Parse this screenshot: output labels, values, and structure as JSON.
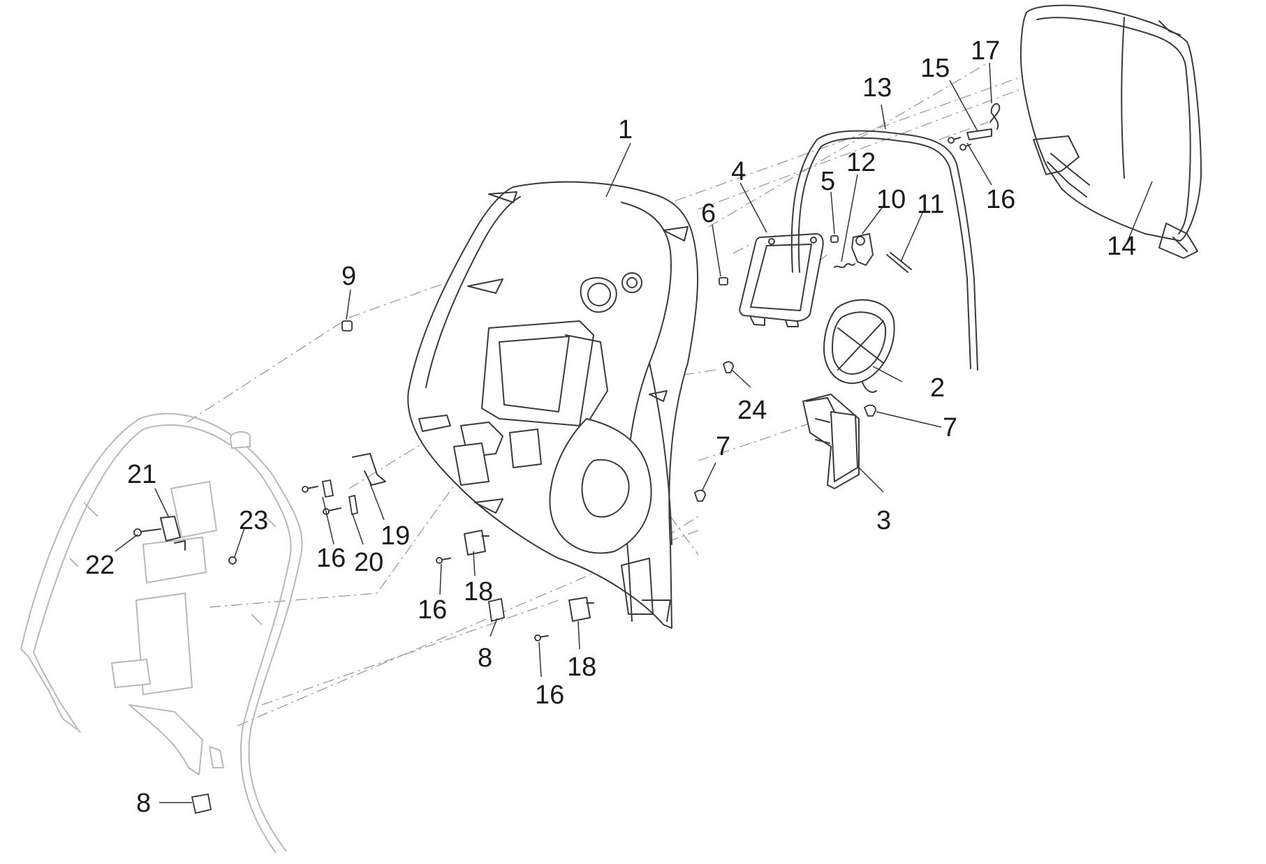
{
  "diagram": {
    "callouts": [
      {
        "id": "c1",
        "label": "1"
      },
      {
        "id": "c2",
        "label": "2"
      },
      {
        "id": "c3",
        "label": "3"
      },
      {
        "id": "c4",
        "label": "4"
      },
      {
        "id": "c5",
        "label": "5"
      },
      {
        "id": "c6",
        "label": "6"
      },
      {
        "id": "c7a",
        "label": "7"
      },
      {
        "id": "c7b",
        "label": "7"
      },
      {
        "id": "c8a",
        "label": "8"
      },
      {
        "id": "c8b",
        "label": "8"
      },
      {
        "id": "c9",
        "label": "9"
      },
      {
        "id": "c10",
        "label": "10"
      },
      {
        "id": "c11",
        "label": "11"
      },
      {
        "id": "c12",
        "label": "12"
      },
      {
        "id": "c13",
        "label": "13"
      },
      {
        "id": "c14",
        "label": "14"
      },
      {
        "id": "c15",
        "label": "15"
      },
      {
        "id": "c16a",
        "label": "16"
      },
      {
        "id": "c16b",
        "label": "16"
      },
      {
        "id": "c16c",
        "label": "16"
      },
      {
        "id": "c16d",
        "label": "16"
      },
      {
        "id": "c17",
        "label": "17"
      },
      {
        "id": "c18a",
        "label": "18"
      },
      {
        "id": "c18b",
        "label": "18"
      },
      {
        "id": "c19",
        "label": "19"
      },
      {
        "id": "c20",
        "label": "20"
      },
      {
        "id": "c21",
        "label": "21"
      },
      {
        "id": "c22",
        "label": "22"
      },
      {
        "id": "c23",
        "label": "23"
      },
      {
        "id": "c24",
        "label": "24"
      }
    ],
    "colors": {
      "line": "#3a3a3a",
      "ghost": "#b8b8b8",
      "background": "#ffffff"
    }
  }
}
